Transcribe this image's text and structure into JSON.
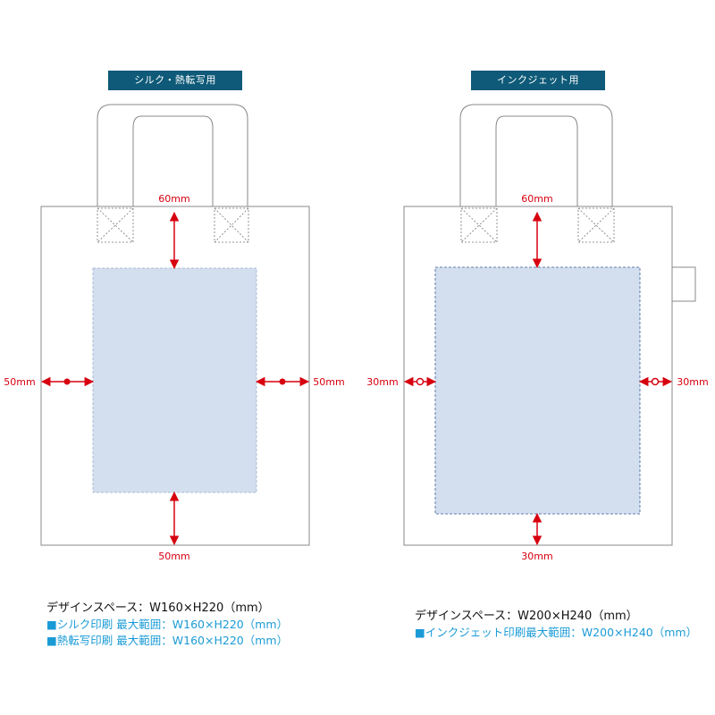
{
  "left": {
    "tag": "シルク・熱転写用",
    "dim_top": "60mm",
    "dim_left": "50mm",
    "dim_right": "50mm",
    "dim_bottom": "50mm",
    "spec_main": "デザインスペース：W160×H220（mm）",
    "spec_sub": [
      "■シルク印刷 最大範囲：W160×H220（mm）",
      "■熱転写印刷 最大範囲：W160×H220（mm）"
    ]
  },
  "right": {
    "tag": "インクジェット用",
    "dim_top": "60mm",
    "dim_left": "30mm",
    "dim_right": "30mm",
    "dim_bottom": "30mm",
    "spec_main": "デザインスペース：W200×H240（mm）",
    "spec_sub": [
      "■インクジェット印刷最大範囲：W200×H240（mm）"
    ]
  },
  "colors": {
    "dimension": "#d7000f",
    "print_area": "#d3deee",
    "tag_bg": "#0e5a78",
    "sub_text": "#1a9bd6"
  }
}
